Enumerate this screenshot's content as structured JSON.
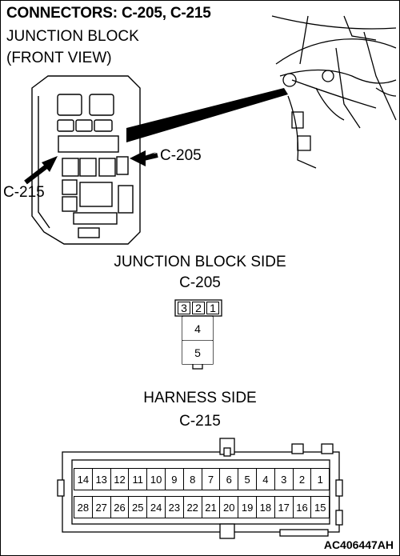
{
  "header": {
    "title": "CONNECTORS: C-205, C-215",
    "line1": "JUNCTION BLOCK",
    "line2": "(FRONT VIEW)"
  },
  "callouts": {
    "c205": "C-205",
    "c215": "C-215"
  },
  "jb_side": {
    "heading": "JUNCTION BLOCK SIDE",
    "connector": "C-205",
    "pins_top": [
      "3",
      "2",
      "1"
    ],
    "pins_mid": "4",
    "pins_bot": "5"
  },
  "harness_side": {
    "heading": "HARNESS SIDE",
    "connector": "C-215",
    "row_top": [
      "14",
      "13",
      "12",
      "11",
      "10",
      "9",
      "8",
      "7",
      "6",
      "5",
      "4",
      "3",
      "2",
      "1"
    ],
    "row_bottom": [
      "28",
      "27",
      "26",
      "25",
      "24",
      "23",
      "22",
      "21",
      "20",
      "19",
      "18",
      "17",
      "16",
      "15"
    ]
  },
  "figure_code": "AC406447AH"
}
